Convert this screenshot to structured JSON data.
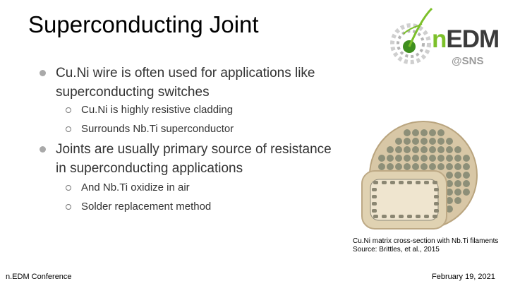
{
  "slide": {
    "title": "Superconducting Joint",
    "logo": {
      "text_n": "n",
      "text_rest": "EDM",
      "sub": "@SNS",
      "colors": {
        "accent": "#7cc02a",
        "dark": "#3b3b3b",
        "gray": "#9a9a9a"
      }
    },
    "bullets": [
      {
        "text": "Cu.Ni wire is often used for applications like superconducting switches",
        "sub": [
          "Cu.Ni is highly resistive cladding",
          "Surrounds Nb.Ti superconductor"
        ]
      },
      {
        "text": "Joints are usually primary source of resistance in superconducting applications",
        "sub": [
          "And Nb.Ti oxidize in air",
          "Solder replacement method"
        ]
      }
    ],
    "caption": {
      "line1": "Cu.Ni matrix cross-section with Nb.Ti filaments",
      "line2": "Source: Brittles, et al., 2015"
    },
    "footer": {
      "left": "n.EDM Conference",
      "right": "February 19, 2021"
    }
  }
}
